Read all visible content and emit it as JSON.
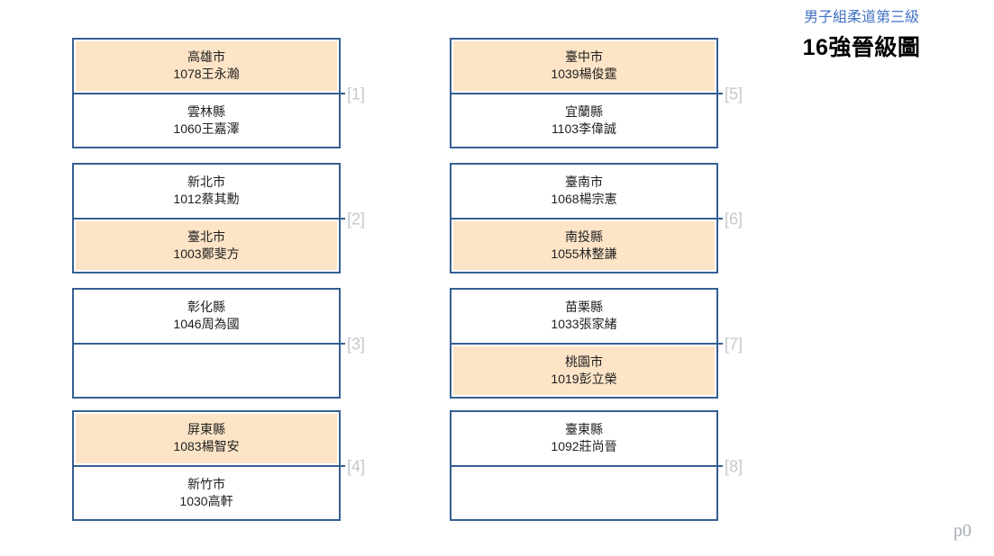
{
  "header": {
    "subtitle": "男子組柔道第三級",
    "title": "16強晉級圖"
  },
  "page_marker": "p0",
  "colors": {
    "border": "#365F91",
    "highlight": "#FDE4C7",
    "subtitle": "#4472C4",
    "bracket-label": "#C5C8CD",
    "page-marker": "#A6ACB6",
    "text": "#1F1F1F"
  },
  "matches": [
    {
      "label": "[1]",
      "top": {
        "region": "高雄市",
        "competitor": "1078王永瀚",
        "highlighted": true
      },
      "bottom": {
        "region": "雲林縣",
        "competitor": "1060王嘉澤",
        "highlighted": false
      }
    },
    {
      "label": "[2]",
      "top": {
        "region": "新北市",
        "competitor": "1012蔡其勳",
        "highlighted": false
      },
      "bottom": {
        "region": "臺北市",
        "competitor": "1003鄭斐方",
        "highlighted": true
      }
    },
    {
      "label": "[3]",
      "top": {
        "region": "彰化縣",
        "competitor": "1046周為國",
        "highlighted": false
      },
      "bottom": {
        "region": "",
        "competitor": "",
        "highlighted": false
      }
    },
    {
      "label": "[4]",
      "top": {
        "region": "屏東縣",
        "competitor": "1083楊智安",
        "highlighted": true
      },
      "bottom": {
        "region": "新竹市",
        "competitor": "1030高軒",
        "highlighted": false
      }
    },
    {
      "label": "[5]",
      "top": {
        "region": "臺中市",
        "competitor": "1039楊俊霆",
        "highlighted": true
      },
      "bottom": {
        "region": "宜蘭縣",
        "competitor": "1103李偉誠",
        "highlighted": false
      }
    },
    {
      "label": "[6]",
      "top": {
        "region": "臺南市",
        "competitor": "1068楊宗憲",
        "highlighted": false
      },
      "bottom": {
        "region": "南投縣",
        "competitor": "1055林整謙",
        "highlighted": true
      }
    },
    {
      "label": "[7]",
      "top": {
        "region": "苗栗縣",
        "competitor": "1033張家緒",
        "highlighted": false
      },
      "bottom": {
        "region": "桃園市",
        "competitor": "1019彭立榮",
        "highlighted": true
      }
    },
    {
      "label": "[8]",
      "top": {
        "region": "臺東縣",
        "competitor": "1092莊尚晉",
        "highlighted": false
      },
      "bottom": {
        "region": "",
        "competitor": "",
        "highlighted": false
      }
    }
  ]
}
